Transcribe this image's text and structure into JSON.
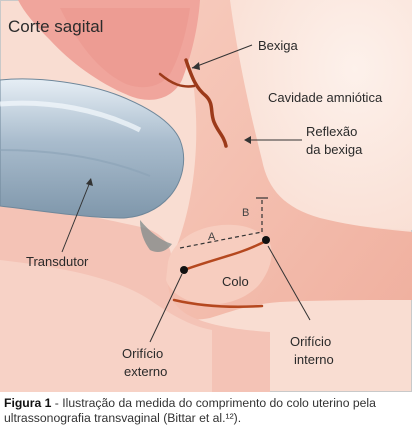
{
  "figure": {
    "title": "Corte sagital",
    "labels": {
      "bladder": "Bexiga",
      "amniotic_cavity": "Cavidade amniótica",
      "bladder_reflection_line1": "Reflexão",
      "bladder_reflection_line2": "da bexiga",
      "transducer": "Transdutor",
      "cervix": "Colo",
      "external_os_line1": "Orifício",
      "external_os_line2": "externo",
      "internal_os_line1": "Orifício",
      "internal_os_line2": "interno",
      "measure_a": "A",
      "measure_b": "B"
    }
  },
  "caption": {
    "label": "Figura 1",
    "text": " - Ilustração da medida do comprimento do colo uterino pela ultrassonografia transvaginal (Bittar et al.¹²)."
  },
  "colors": {
    "background_tissue": "#f9ddd2",
    "uterus_wall": "#f2b6a8",
    "amniotic_cavity": "#fbe9e1",
    "bladder": "#f0a59c",
    "transducer": "#9fb4c6",
    "cervix_canal": "#b5481f",
    "border": "#c9c9c9"
  }
}
